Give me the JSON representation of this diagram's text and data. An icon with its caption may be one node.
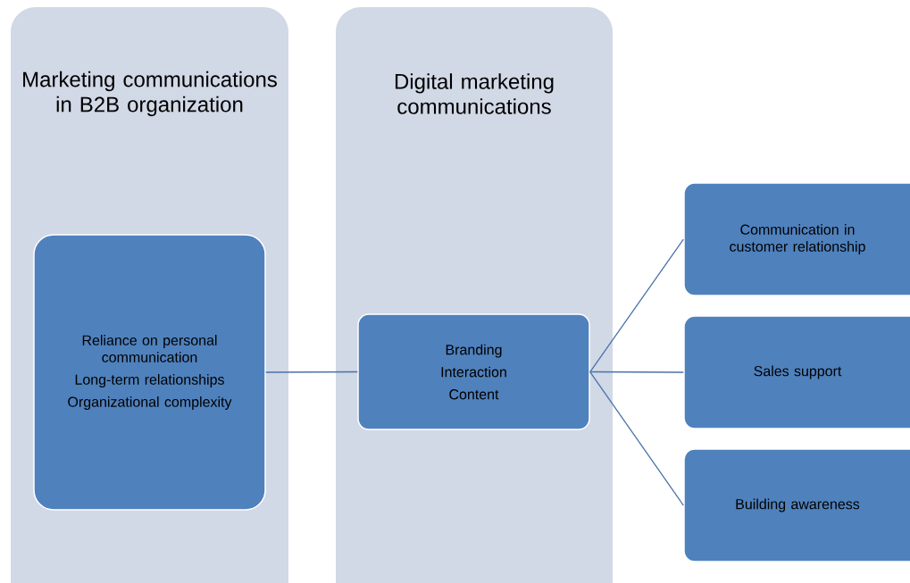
{
  "diagram": {
    "nodes": [
      {
        "text": [
          "Marketing communications in B2B organization"
        ]
      },
      {
        "text": [
          "Reliance on personal communication",
          "Long-term relationships",
          "Organizational complexity"
        ],
        "in": 0
      },
      {
        "text": [
          "Digital marketing communications"
        ]
      },
      {
        "text": [
          "Branding",
          "Interaction",
          "Content"
        ],
        "in": 2
      },
      {
        "text": [
          "Communication in customer relationship"
        ]
      },
      {
        "text": [
          "Sales support"
        ]
      },
      {
        "text": [
          "Building awareness"
        ]
      }
    ],
    "edges": [
      {
        "from": 1,
        "to": 3,
        "arrow": "none"
      },
      {
        "from": 3,
        "to": 4,
        "arrow": "none"
      },
      {
        "from": 3,
        "to": 5,
        "arrow": "none"
      },
      {
        "from": 3,
        "to": 6,
        "arrow": "none"
      }
    ]
  }
}
